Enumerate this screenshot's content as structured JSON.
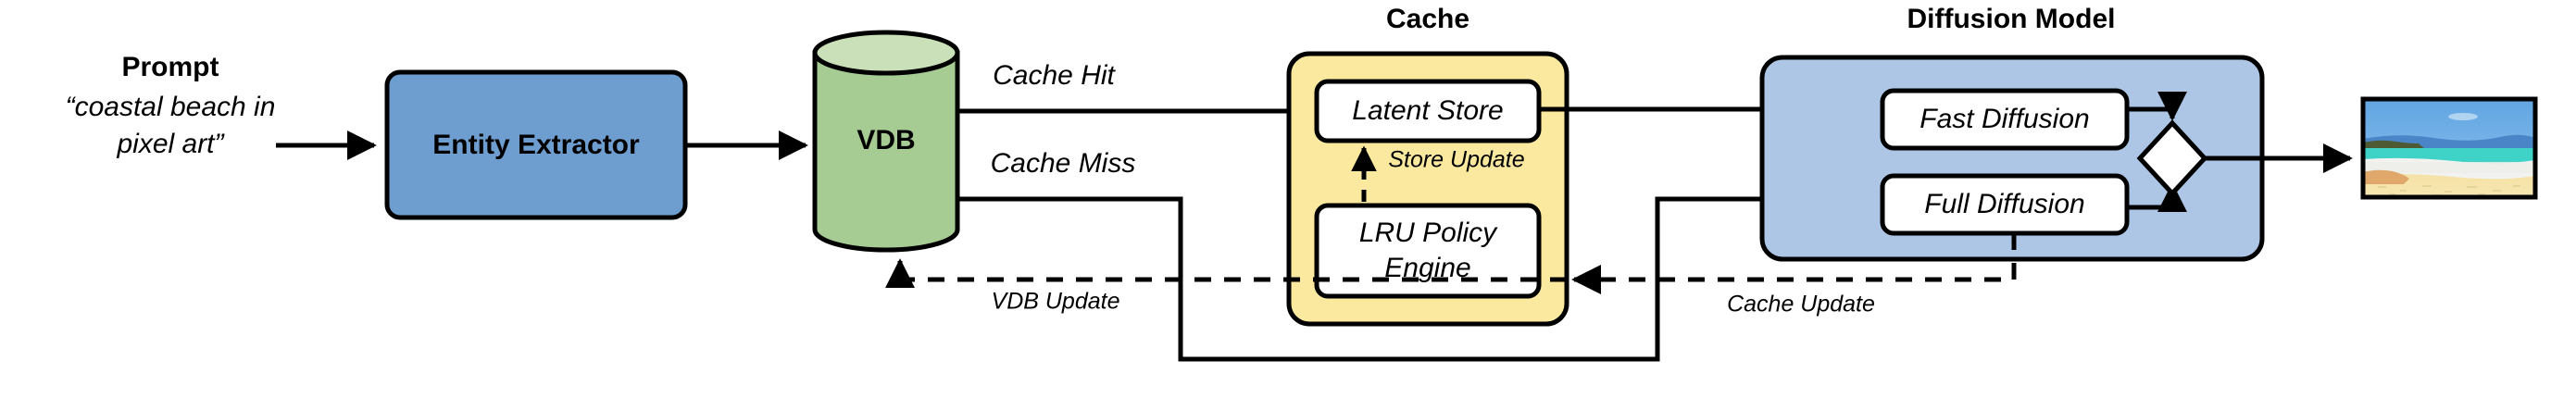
{
  "diagram": {
    "title": "Prompt-to-image diffusion pipeline with latent cache",
    "background": "#ffffff",
    "colors": {
      "entity_extractor_fill": "#6E9DD0",
      "vdb_fill": "#A6CB93",
      "vdb_top_fill": "#C9E0B9",
      "cache_fill": "#FCE9A0",
      "diffusion_fill": "#ADC6E5",
      "inner_box_fill": "#FFFFFF",
      "stroke": "#000000"
    }
  },
  "prompt": {
    "label": "Prompt",
    "line1": "“coastal beach in",
    "line2": "pixel art”"
  },
  "nodes": {
    "entity_extractor": {
      "label": "Entity Extractor"
    },
    "vdb": {
      "label": "VDB"
    },
    "cache": {
      "title": "Cache",
      "latent_store": {
        "label": "Latent Store"
      },
      "lru_policy_engine": {
        "line1": "LRU Policy",
        "line2": "Engine"
      }
    },
    "diffusion_model": {
      "title": "Diffusion Model",
      "fast_diffusion": {
        "label": "Fast Diffusion"
      },
      "full_diffusion": {
        "label": "Full Diffusion"
      },
      "merge": {
        "label": ""
      }
    },
    "output_image": {
      "alt": "generated coastal beach pixel art image"
    }
  },
  "edges": {
    "prompt_to_extractor": {
      "label": ""
    },
    "extractor_to_vdb": {
      "label": ""
    },
    "cache_hit": {
      "label": "Cache Hit"
    },
    "cache_miss": {
      "label": "Cache Miss"
    },
    "store_update": {
      "label": "Store Update"
    },
    "vdb_update": {
      "label": "VDB Update"
    },
    "cache_update": {
      "label": "Cache Update"
    },
    "latent_to_fast": {
      "label": ""
    },
    "miss_to_full": {
      "label": ""
    },
    "merge_to_output": {
      "label": ""
    }
  }
}
